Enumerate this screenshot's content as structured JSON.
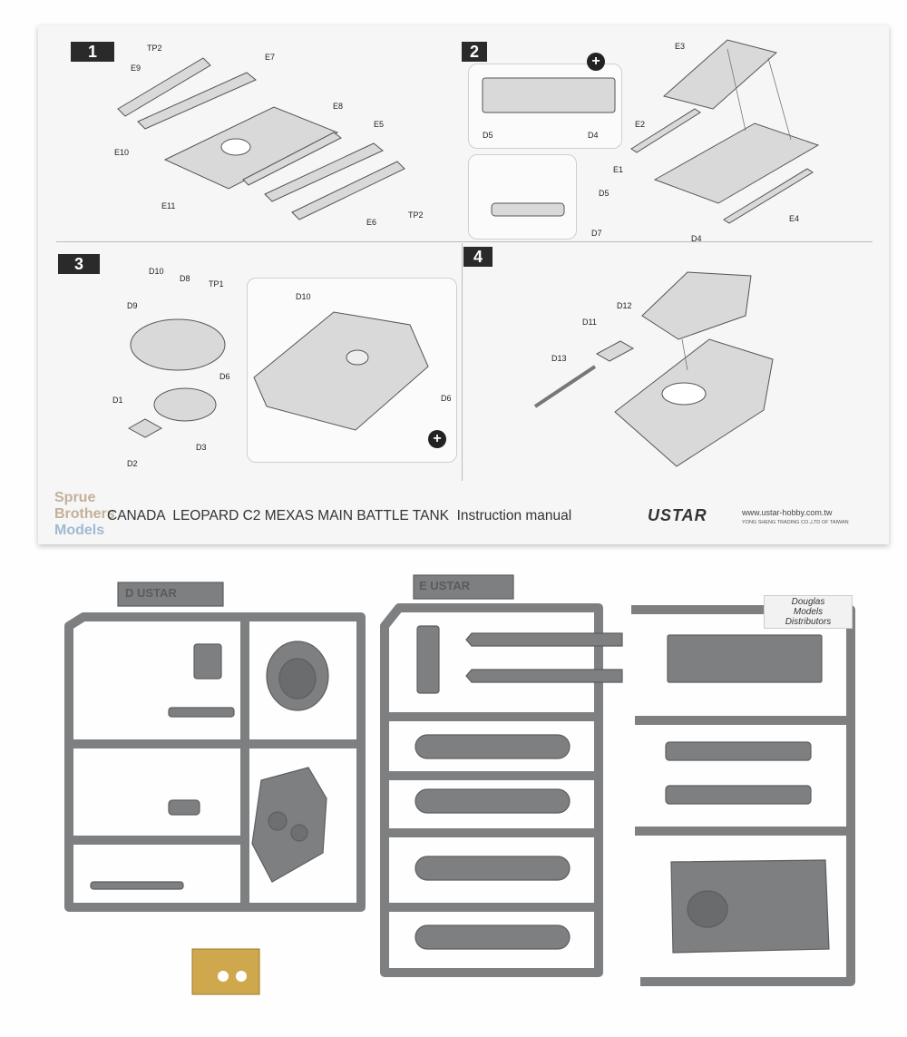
{
  "manual": {
    "title": "CANADA  LEOPARD C2 MEXAS MAIN BATTLE TANK  Instruction manual",
    "brand": "USTAR",
    "url": "www.ustar-hobby.com.tw",
    "company": "YONG SHENG TRADING CO.,LTD OF TAIWAN",
    "steps": [
      {
        "number": "1",
        "labels": [
          "TP2",
          "E9",
          "E7",
          "E10",
          "E8",
          "E5",
          "E11",
          "E6",
          "TP2"
        ]
      },
      {
        "number": "2",
        "labels": [
          "E3",
          "D5",
          "D4",
          "E2",
          "E1",
          "D5",
          "D7",
          "D4",
          "E4"
        ]
      },
      {
        "number": "3",
        "labels": [
          "D10",
          "D8",
          "TP1",
          "D9",
          "D1",
          "D6",
          "D3",
          "D2",
          "D10",
          "D6"
        ]
      },
      {
        "number": "4",
        "labels": [
          "D12",
          "D11",
          "D13"
        ]
      }
    ]
  },
  "watermarks": {
    "sprue_brothers": [
      "Sprue",
      "Brothers",
      "Models"
    ],
    "douglas": [
      "Douglas",
      "Models",
      "Distributors"
    ]
  },
  "sprues": {
    "left_tag": "D USTAR",
    "right_tag": "E USTAR"
  },
  "colors": {
    "plastic": "#7e7f81",
    "plastic_dark": "#5d5e60",
    "photoetch": "#cfa84e",
    "paper": "#f6f6f6"
  }
}
